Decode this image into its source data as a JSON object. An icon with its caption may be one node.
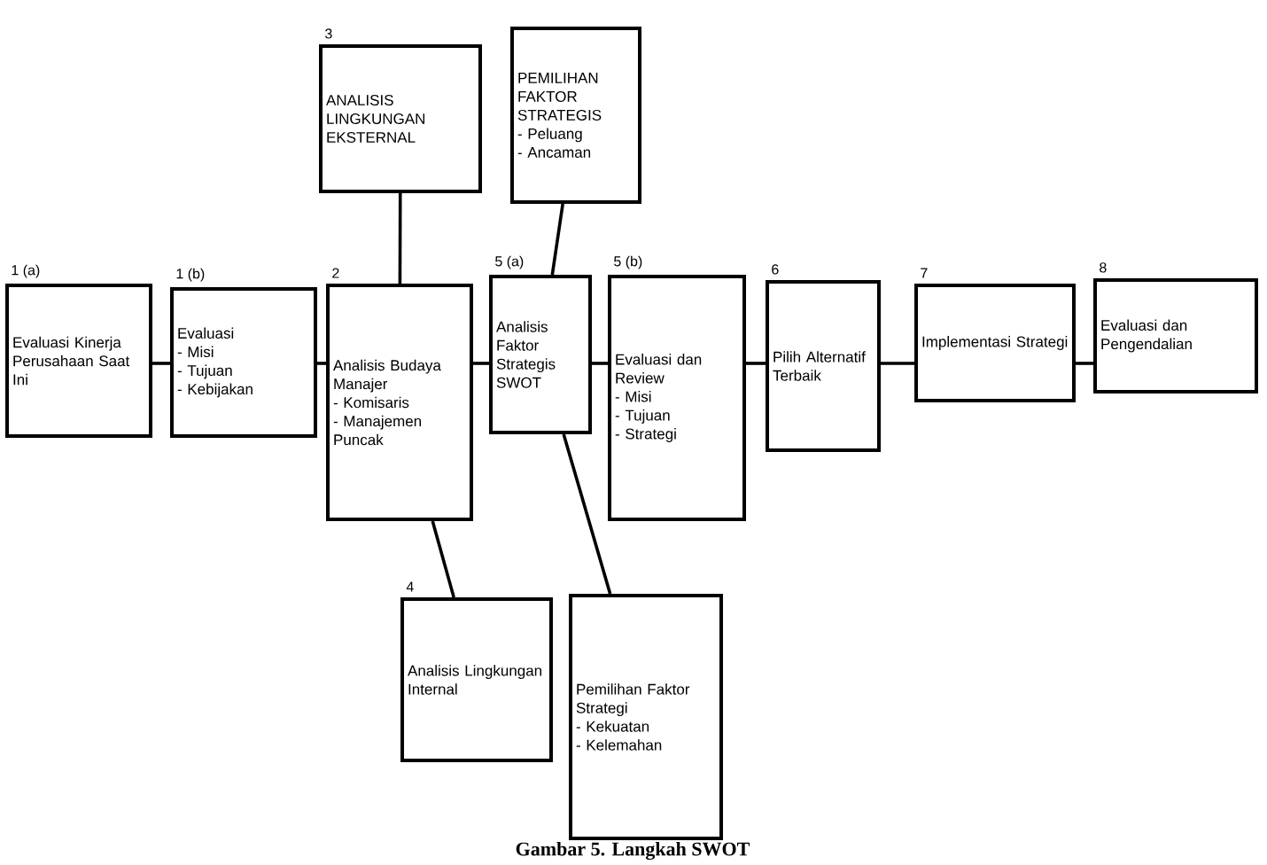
{
  "diagram": {
    "caption": "Gambar 5. Langkah SWOT",
    "nodes": [
      {
        "text": [
          "Evaluasi Kinerja Perusahaan Saat Ini"
        ],
        "beside": [
          "1 (a)"
        ]
      },
      {
        "text": [
          "Evaluasi",
          "- Misi",
          "- Tujuan",
          "- Kebijakan"
        ],
        "beside": [
          "1 (b)"
        ]
      },
      {
        "text": [
          "Analisis Budaya Manajer",
          "- Komisaris",
          "- Manajemen Puncak"
        ],
        "beside": [
          "2"
        ]
      },
      {
        "text": [
          "ANALISIS LINGKUNGAN EKSTERNAL"
        ],
        "beside": [
          "3"
        ]
      },
      {
        "text": [
          "PEMILIHAN FAKTOR STRATEGIS",
          "- Peluang",
          "- Ancaman"
        ]
      },
      {
        "text": [
          "Analisis Faktor Strategis SWOT"
        ],
        "beside": [
          "5 (a)"
        ]
      },
      {
        "text": [
          "Evaluasi dan Review",
          "- Misi",
          "- Tujuan",
          "- Strategi"
        ],
        "beside": [
          "5 (b)"
        ]
      },
      {
        "text": [
          "Pilih Alternatif Terbaik"
        ],
        "beside": [
          "6"
        ]
      },
      {
        "text": [
          "Implementasi Strategi"
        ],
        "beside": [
          "7"
        ]
      },
      {
        "text": [
          "Evaluasi dan Pengendalian"
        ],
        "beside": [
          "8"
        ]
      },
      {
        "text": [
          "Analisis Lingkungan Internal"
        ],
        "beside": [
          "4"
        ]
      },
      {
        "text": [
          "Pemilihan Faktor Strategi",
          "- Kekuatan",
          "- Kelemahan"
        ]
      }
    ],
    "edges": [
      {
        "from": 0,
        "to": 1,
        "arrow": "none"
      },
      {
        "from": 1,
        "to": 2,
        "arrow": "none"
      },
      {
        "from": 2,
        "to": 5,
        "arrow": "none"
      },
      {
        "from": 5,
        "to": 6,
        "arrow": "none"
      },
      {
        "from": 6,
        "to": 7,
        "arrow": "none"
      },
      {
        "from": 7,
        "to": 8,
        "arrow": "none"
      },
      {
        "from": 8,
        "to": 9,
        "arrow": "none"
      },
      {
        "from": 3,
        "to": 2,
        "arrow": "none"
      },
      {
        "from": 4,
        "to": 5,
        "arrow": "none"
      },
      {
        "from": 2,
        "to": 10,
        "arrow": "none"
      },
      {
        "from": 5,
        "to": 11,
        "arrow": "none"
      }
    ]
  }
}
